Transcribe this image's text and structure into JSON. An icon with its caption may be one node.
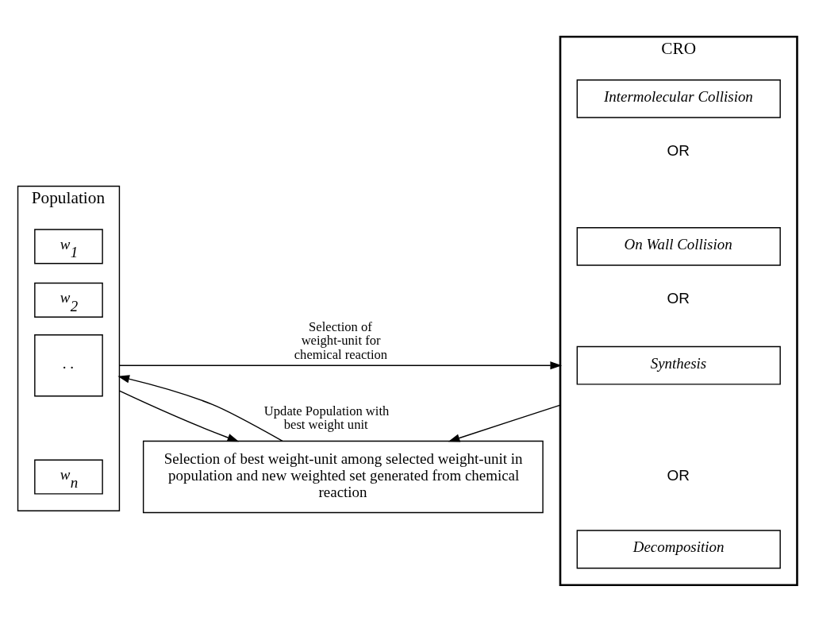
{
  "diagram": {
    "nodes": [
      {
        "text": [
          "Population"
        ]
      },
      {
        "text": [
          "w$_{1}$"
        ],
        "in": 0
      },
      {
        "text": [
          "w$_{2}$"
        ],
        "in": 0
      },
      {
        "text": [
          ". ."
        ],
        "in": 0
      },
      {
        "text": [
          "w$_{n}$"
        ],
        "in": 0
      },
      {
        "text": [
          "CRO"
        ]
      },
      {
        "text": [
          "Intermolecular Collision"
        ],
        "in": 5
      },
      {
        "text": [
          "On Wall Collision"
        ],
        "in": 5
      },
      {
        "text": [
          "Synthesis"
        ],
        "in": 5
      },
      {
        "text": [
          "Decomposition"
        ],
        "in": 5
      },
      {
        "text": [
          "Selection of best weight-unit among selected weight-unit in population and new weighted set generated from chemical reaction"
        ]
      }
    ],
    "edges": [
      {
        "from": 0,
        "to": 5,
        "arrow": "to",
        "label": "Selection of weight-unit for chemical reaction"
      },
      {
        "from": 0,
        "to": 10,
        "arrow": "to"
      },
      {
        "from": 5,
        "to": 10,
        "arrow": "to"
      },
      {
        "from": 10,
        "to": 0,
        "arrow": "to",
        "label": "Update Population with best weight unit"
      }
    ],
    "labels": [
      "OR",
      "OR",
      "OR"
    ]
  }
}
